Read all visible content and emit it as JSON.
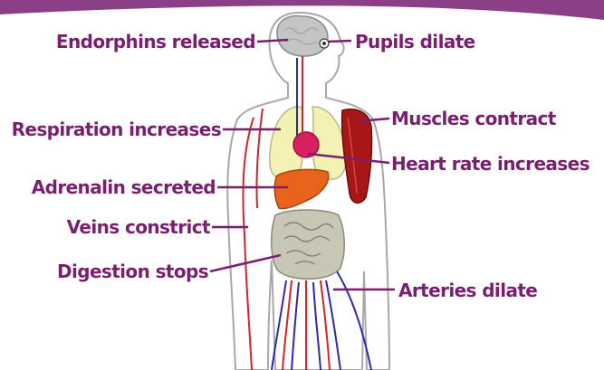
{
  "colors": {
    "label": "#7a1f6e",
    "leader": "#7a1f6e",
    "banner": "#8a3f86",
    "skin_outline": "#a8a8a8",
    "brain": "#c4c4c4",
    "lungs": "#f3f1b4",
    "heart": "#d81f62",
    "liver": "#e8641c",
    "intestines": "#c8c6b4",
    "muscle": "#a81717",
    "artery": "#d8222a",
    "vein": "#2a2ab8"
  },
  "labels": {
    "endorphins": "Endorphins released",
    "pupils": "Pupils dilate",
    "respiration": "Respiration increases",
    "muscles": "Muscles contract",
    "heart_rate": "Heart rate increases",
    "adrenalin": "Adrenalin secreted",
    "veins": "Veins constrict",
    "digestion": "Digestion stops",
    "arteries": "Arteries dilate"
  }
}
